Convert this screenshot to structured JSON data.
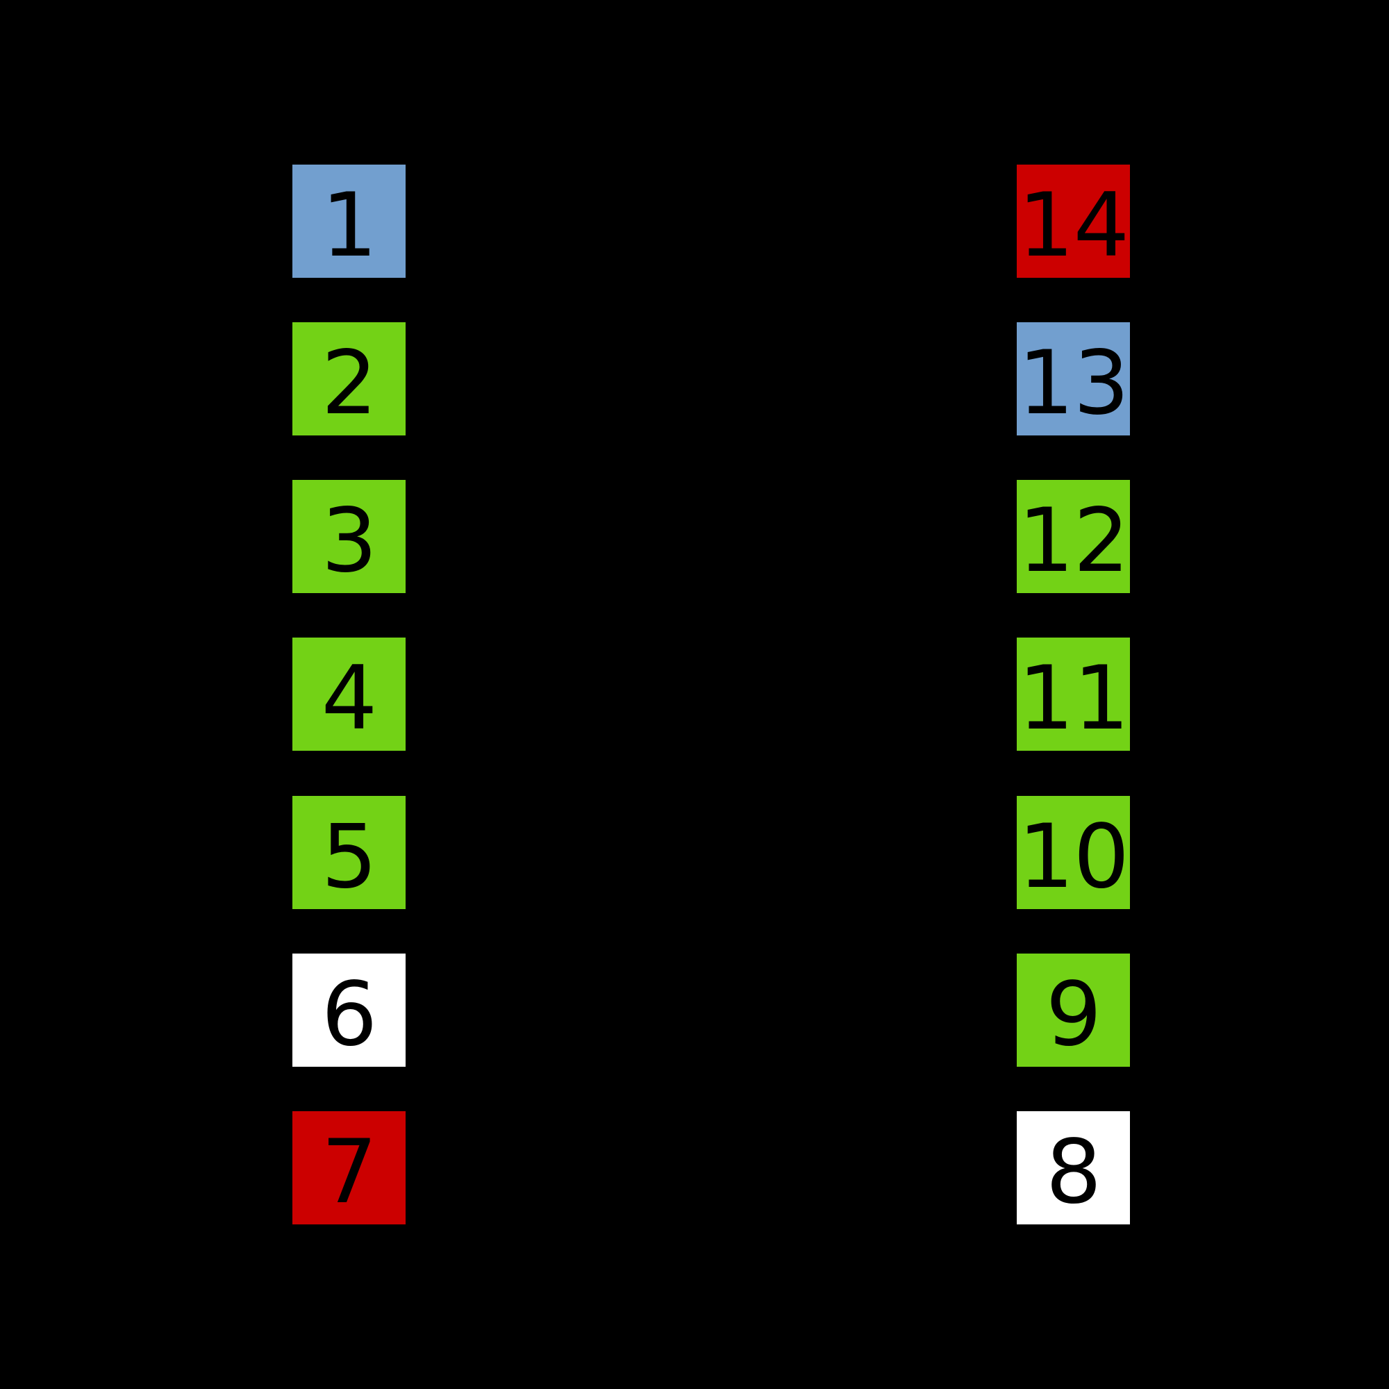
{
  "canvas": {
    "background": "#000000",
    "digit_color": "#000000"
  },
  "palette": {
    "blue": "#729fcf",
    "green": "#73d216",
    "red": "#cc0000",
    "white": "#ffffff"
  },
  "diagram": {
    "type": "ic-pinout-14-dip",
    "left_pins": [
      {
        "label": "1",
        "color": "#729fcf"
      },
      {
        "label": "2",
        "color": "#73d216"
      },
      {
        "label": "3",
        "color": "#73d216"
      },
      {
        "label": "4",
        "color": "#73d216"
      },
      {
        "label": "5",
        "color": "#73d216"
      },
      {
        "label": "6",
        "color": "#ffffff"
      },
      {
        "label": "7",
        "color": "#cc0000"
      }
    ],
    "right_pins": [
      {
        "label": "14",
        "color": "#cc0000"
      },
      {
        "label": "13",
        "color": "#729fcf"
      },
      {
        "label": "12",
        "color": "#73d216"
      },
      {
        "label": "11",
        "color": "#73d216"
      },
      {
        "label": "10",
        "color": "#73d216"
      },
      {
        "label": "9",
        "color": "#73d216"
      },
      {
        "label": "8",
        "color": "#ffffff"
      }
    ]
  }
}
